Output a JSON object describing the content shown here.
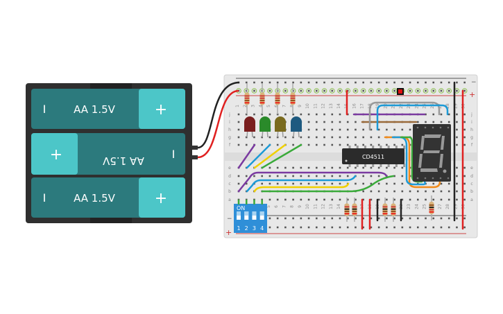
{
  "battery_pack": {
    "cells": [
      {
        "label": "AA 1.5V",
        "plus": "+",
        "minus": "I",
        "orientation": "normal"
      },
      {
        "label": "AA 1.5V",
        "plus": "+",
        "minus": "I",
        "orientation": "flipped"
      },
      {
        "label": "AA 1.5V",
        "plus": "+",
        "minus": "I",
        "orientation": "normal"
      }
    ],
    "colors": {
      "body": "#2f2f2f",
      "cell": "#2c7a7d",
      "cap": "#4cc6c8"
    }
  },
  "breadboard": {
    "row_letters_top": [
      "j",
      "i",
      "h",
      "g",
      "f"
    ],
    "row_letters_bottom": [
      "e",
      "d",
      "c",
      "b",
      "a"
    ],
    "columns": [
      "1",
      "2",
      "3",
      "4",
      "5",
      "6",
      "7",
      "8",
      "9",
      "10",
      "11",
      "12",
      "13",
      "14",
      "15",
      "16",
      "17",
      "18",
      "19",
      "20",
      "21",
      "22",
      "23",
      "24",
      "25",
      "26",
      "27",
      "28",
      "29",
      "30"
    ],
    "rail_minus": "−",
    "rail_plus": "+"
  },
  "chip": {
    "label": "CD4511"
  },
  "dip_switch": {
    "on_label": "ON",
    "switch_labels": [
      "1",
      "2",
      "3",
      "4"
    ],
    "color": "#2f8fd8"
  },
  "leds": [
    {
      "color": "#7a1e1e"
    },
    {
      "color": "#2a8a2a"
    },
    {
      "color": "#7a6a1e"
    },
    {
      "color": "#1e5a80"
    }
  ],
  "seven_segment": {
    "display": "8."
  }
}
